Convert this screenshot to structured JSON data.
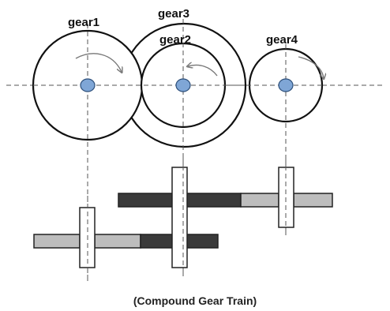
{
  "gears": [
    {
      "id": "gear1",
      "label": "gear1"
    },
    {
      "id": "gear2",
      "label": "gear2"
    },
    {
      "id": "gear3",
      "label": "gear3"
    },
    {
      "id": "gear4",
      "label": "gear4"
    }
  ],
  "caption": "(Compound Gear Train)",
  "colors": {
    "outline": "#111111",
    "hub_fill": "#7fa6d6",
    "hub_stroke": "#2d4f7a",
    "dark_gear": "#3a3a3a",
    "light_gear": "#bdbdbd",
    "shaft_fill": "#ffffff",
    "centerline": "#555555",
    "arrow": "#777777"
  }
}
